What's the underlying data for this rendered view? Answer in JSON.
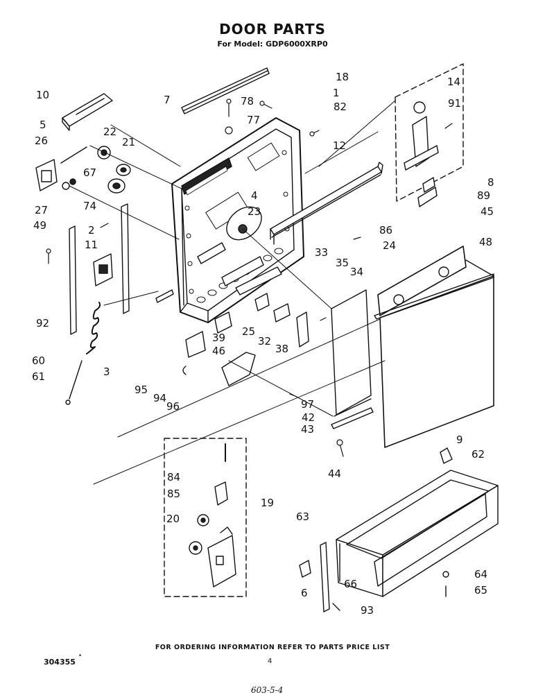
{
  "header": {
    "title": "DOOR PARTS",
    "subtitle": "For Model: GDP6000XRP0"
  },
  "footer": {
    "ordering_note": "FOR ORDERING INFORMATION REFER TO PARTS PRICE LIST",
    "doc_number": "304355",
    "doc_mark": "*",
    "page_number": "4",
    "handwritten_note": "603-5-4"
  },
  "callouts": {
    "c18": "18",
    "c1": "1",
    "c7": "7",
    "c78": "78",
    "c77": "77",
    "c82": "82",
    "c14": "14",
    "c91": "91",
    "c10": "10",
    "c5": "5",
    "c26": "26",
    "c22": "22",
    "c21": "21",
    "c12": "12",
    "c8": "8",
    "c89": "89",
    "c67": "67",
    "c4": "4",
    "c27": "27",
    "c74": "74",
    "c23": "23",
    "c45": "45",
    "c49": "49",
    "c2": "2",
    "c86": "86",
    "c48": "48",
    "c11": "11",
    "c24": "24",
    "c33": "33",
    "c35": "35",
    "c34": "34",
    "c92": "92",
    "c25": "25",
    "c39": "39",
    "c32": "32",
    "c46": "46",
    "c38": "38",
    "c60": "60",
    "c3": "3",
    "c61": "61",
    "c95": "95",
    "c94": "94",
    "c96": "96",
    "c97": "97",
    "c42": "42",
    "c43": "43",
    "c9": "9",
    "c62": "62",
    "c44": "44",
    "c84": "84",
    "c85": "85",
    "c19": "19",
    "c20": "20",
    "c63": "63",
    "c64": "64",
    "c66": "66",
    "c65": "65",
    "c6": "6",
    "c93": "93"
  }
}
